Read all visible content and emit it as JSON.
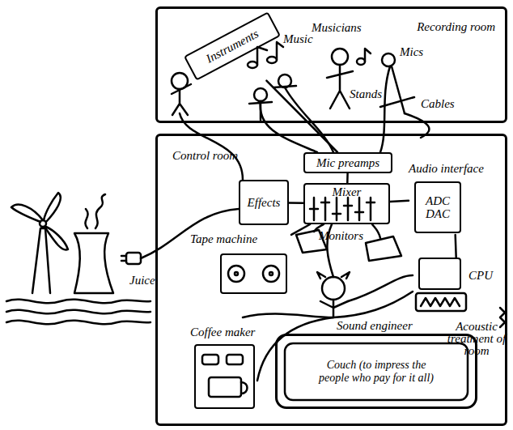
{
  "diagram": {
    "nodes": [
      {
        "text": [
          "Recording room"
        ]
      },
      {
        "text": [
          "Instruments"
        ],
        "in": 0
      },
      {
        "text": [
          "Control room"
        ]
      },
      {
        "text": [
          "Mic preamps"
        ],
        "in": 2
      },
      {
        "text": [
          "Effects"
        ],
        "in": 2
      },
      {
        "text": [
          "Mixer"
        ],
        "in": 2
      },
      {
        "text": [
          "Audio interface",
          "ADC DAC"
        ],
        "in": 2
      },
      {
        "text": [
          "Tape machine"
        ],
        "in": 2
      },
      {
        "text": [
          "CPU"
        ],
        "in": 2
      },
      {
        "text": [
          "Coffee maker"
        ],
        "in": 2
      },
      {
        "text": [
          "Couch (to impress the people who pay for it all)"
        ],
        "in": 2
      }
    ],
    "edges": [
      {
        "from": 1,
        "to": 3,
        "arrow": "none"
      },
      {
        "from": 3,
        "to": 5,
        "arrow": "none"
      },
      {
        "from": 4,
        "to": 5,
        "arrow": "none"
      },
      {
        "from": 5,
        "to": 6,
        "arrow": "none"
      },
      {
        "from": 6,
        "to": 8,
        "arrow": "none"
      },
      {
        "from": 7,
        "to": 5,
        "arrow": "none"
      }
    ],
    "labels": [
      "Music",
      "Musicians",
      "Mics",
      "Stands",
      "Cables",
      "Monitors",
      "Sound engineer",
      "Acoustic treatment of room",
      "Juice"
    ]
  }
}
